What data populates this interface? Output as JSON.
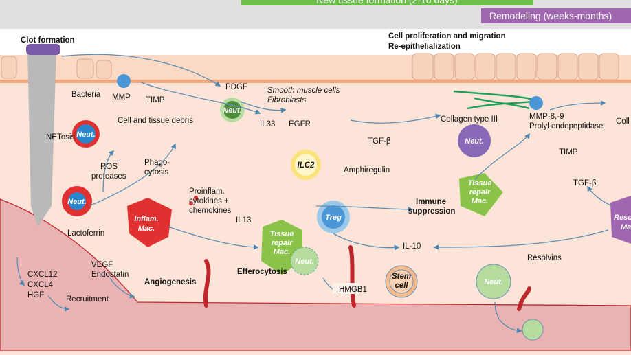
{
  "phases": {
    "new_tissue": "New tissue formation (2-10 days)",
    "remodeling": "Remodeling (weeks-months)",
    "colors": {
      "new_tissue": "#6cc04a",
      "remodeling": "#a066b0",
      "band": "#e0e0e0"
    }
  },
  "headings": {
    "clot": "Clot formation",
    "proliferation": "Cell proliferation and migration",
    "reepithelialization": "Re-epithelialization",
    "angiogenesis": "Angiogenesis",
    "efferocytosis": "Efferocytosis",
    "immune1": "Immune",
    "immune2": "suppression"
  },
  "labels": {
    "bacteria": "Bacteria",
    "mmp": "MMP",
    "timp1": "TIMP",
    "debris": "Cell and tissue debris",
    "pdgf": "PDGF",
    "smc": "Smooth muscle cells",
    "fibro": "Fibroblasts",
    "il33": "IL33",
    "egfr": "EGFR",
    "netosis": "NETosis",
    "ros": "ROS",
    "proteases": "proteases",
    "phago1": "Phago-",
    "phago2": "cytosis",
    "proinf1": "Proinflam.",
    "proinf2": "cytokines +",
    "proinf3": "chemokines",
    "il13": "IL13",
    "lactoferrin": "Lactoferrin",
    "vegf": "VEGF",
    "endostatin": "Endostatin",
    "cxcl12": "CXCL12",
    "cxcl4": "CXCL4",
    "hgf": "HGF",
    "recruitment": "Recruitment",
    "amphiregulin": "Amphiregulin",
    "tgfb1": "TGF-β",
    "collagen3": "Collagen type III",
    "mmp89": "MMP-8,-9",
    "prolyl": "Prolyl endopeptidase",
    "coll": "Coll",
    "timp2": "TIMP",
    "tgfb2": "TGF-β",
    "il10": "IL-10",
    "resolvins": "Resolvins",
    "hmgb1": "HMGB1"
  },
  "cells": {
    "neut": "Neut.",
    "inflam1": "Inflam.",
    "inflam2": "Mac.",
    "tissue1": "Tissue",
    "tissue2": "repair",
    "tissue3": "Mac.",
    "treg": "Treg",
    "ilc2": "ILC2",
    "stem1": "Stem",
    "stem2": "cell",
    "resol1": "Resol.",
    "resol2": "Ma"
  }
}
